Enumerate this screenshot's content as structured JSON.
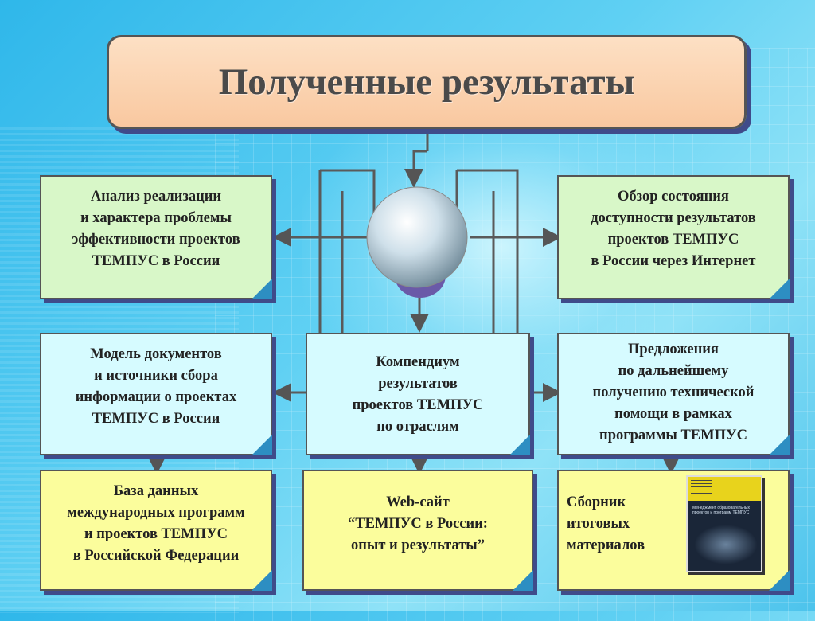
{
  "title": "Полученные результаты",
  "colors": {
    "note_green": "#d8f7c8",
    "note_cyan": "#d6fbff",
    "note_yellow": "#fbfd9c",
    "title_fill": "#f9c8a0",
    "shadow": "#3f4b8a"
  },
  "boxes": {
    "analysis": "Анализ реализации\nи характера проблемы\nэффективности проектов\nТЕМПУС в России",
    "overview": "Обзор состояния\nдоступности результатов\nпроектов ТЕМПУС\nв России через Интернет",
    "model": "Модель документов\nи источники сбора\nинформации о проектах\nТЕМПУС в России",
    "compendium": "Компендиум\nрезультатов\nпроектов ТЕМПУС\nпо отраслям",
    "proposals": "Предложения\nпо дальнейшему\nполучению технической\nпомощи в рамках\nпрограммы ТЕМПУС",
    "database": "База данных\nмеждународных программ\nи проектов ТЕМПУС\nв Российской Федерации",
    "website": "Web-сайт\n“ТЕМПУС в России:\nопыт и результаты”",
    "collection": "Сборник\nитоговых\nматериалов"
  },
  "book": {
    "cover_title": "Менеджмент образовательных проектов и программ ТЕМПУС"
  }
}
